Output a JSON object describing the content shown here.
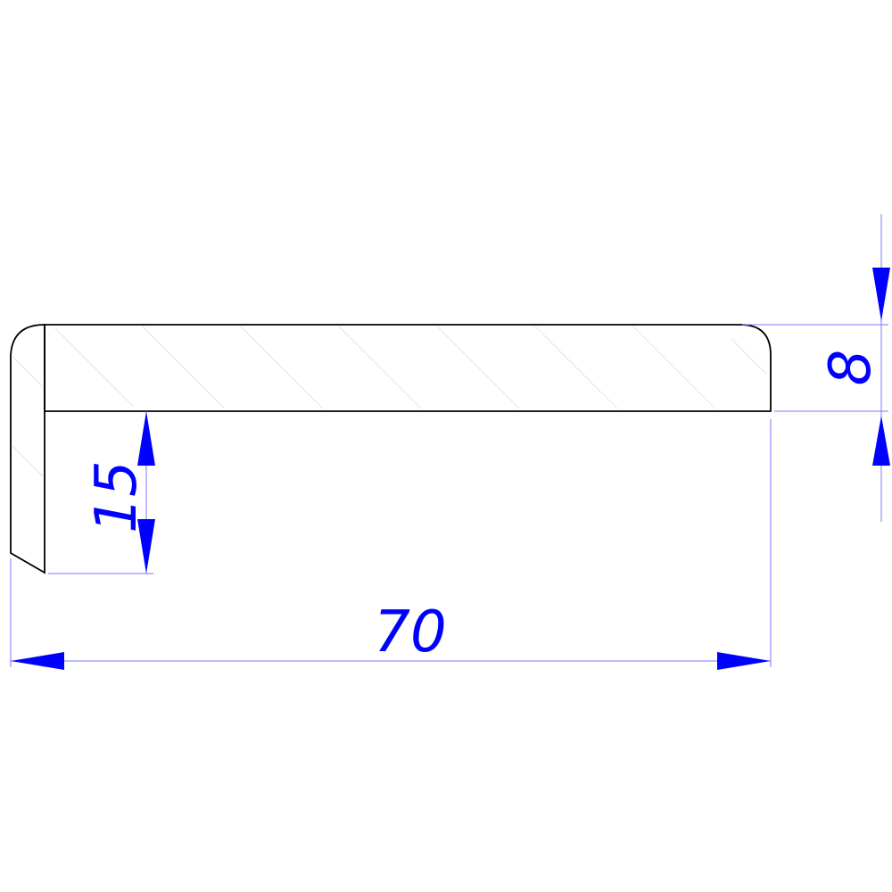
{
  "colors": {
    "outline": "#000000",
    "dimension": "#0000ff",
    "extension": "#7a7aff",
    "hatch": "#e8e8e8"
  },
  "dimensions": {
    "overall_width": "70",
    "thickness": "8",
    "flange_height": "15"
  }
}
